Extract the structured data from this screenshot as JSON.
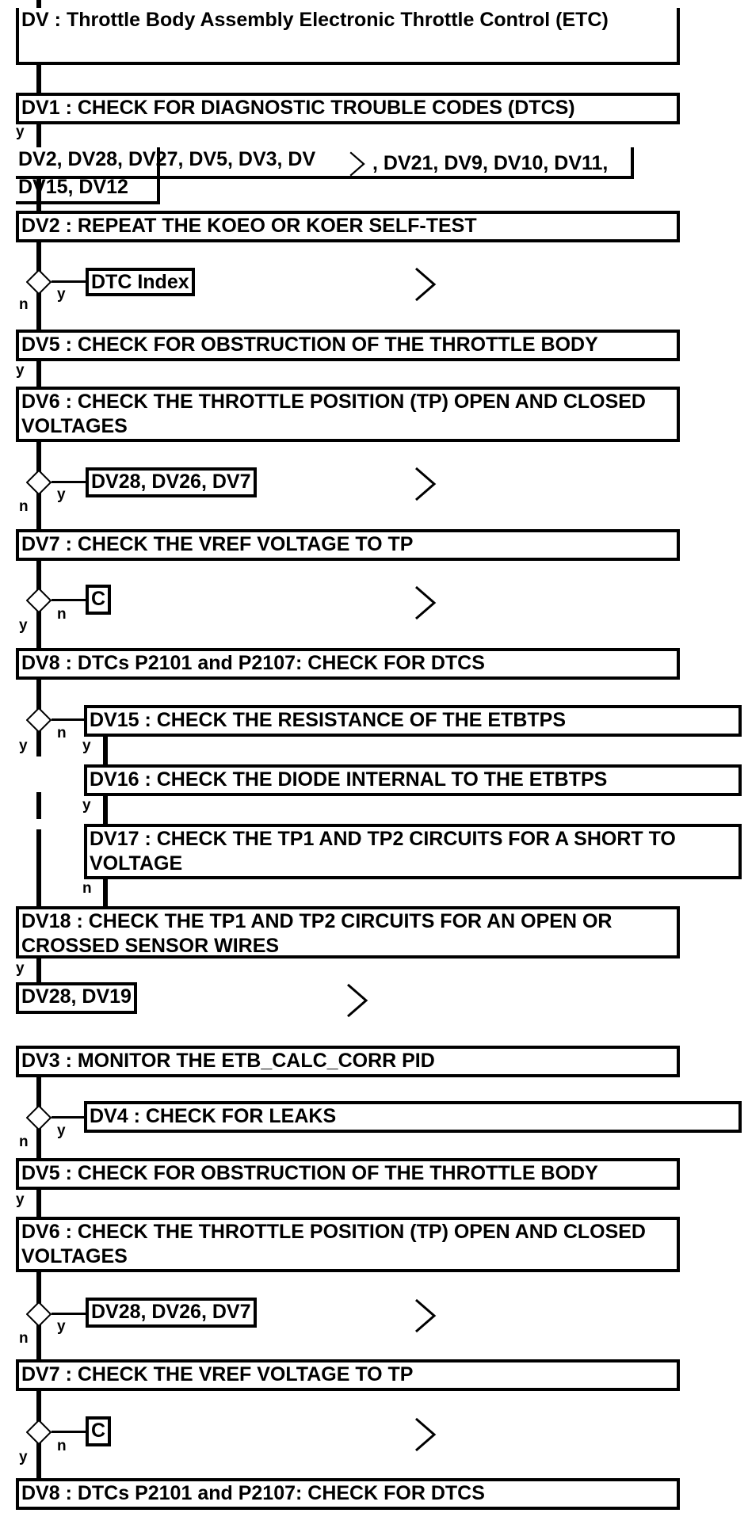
{
  "title": "DV : Throttle Body Assembly Electronic Throttle Control (ETC)",
  "steps": {
    "dv1": "DV1 : CHECK FOR DIAGNOSTIC TROUBLE CODES (DTCS)",
    "dv_list_a": "DV2, DV28, DV27, DV5, DV3, DV",
    "dv_list_b": ", DV21, DV9, DV10, DV11,",
    "dv_list_c": "DV15, DV12",
    "dv2": "DV2 : REPEAT THE KOEO OR KOER SELF-TEST",
    "dtc_index": "DTC Index",
    "dv5_a": "DV5 : CHECK FOR OBSTRUCTION OF THE THROTTLE BODY",
    "dv6_a": "DV6 : CHECK THE THROTTLE POSITION (TP) OPEN AND CLOSED VOLTAGES",
    "ref_dv28_dv26_dv7_a": "DV28, DV26, DV7",
    "dv7_a": "DV7 : CHECK THE VREF VOLTAGE TO TP",
    "ref_c_a": "C",
    "dv8_a": "DV8 : DTCs P2101 and P2107: CHECK FOR DTCS",
    "dv15": "DV15 : CHECK THE RESISTANCE OF THE ETBTPS",
    "dv16": "DV16 : CHECK THE DIODE INTERNAL TO THE ETBTPS",
    "dv17": "DV17 : CHECK THE TP1 AND TP2 CIRCUITS FOR A SHORT TO VOLTAGE",
    "dv18": "DV18 : CHECK THE TP1 AND TP2 CIRCUITS FOR AN OPEN OR CROSSED SENSOR WIRES",
    "ref_dv28_dv19": "DV28, DV19",
    "dv3": "DV3 : MONITOR THE ETB_CALC_CORR PID",
    "dv4": "DV4 : CHECK FOR LEAKS",
    "dv5_b": "DV5 : CHECK FOR OBSTRUCTION OF THE THROTTLE BODY",
    "dv6_b": "DV6 : CHECK THE THROTTLE POSITION (TP) OPEN AND CLOSED VOLTAGES",
    "ref_dv28_dv26_dv7_b": "DV28, DV26, DV7",
    "dv7_b": "DV7 : CHECK THE VREF VOLTAGE TO TP",
    "ref_c_b": "C",
    "dv8_b": "DV8 : DTCs P2101 and P2107: CHECK FOR DTCS"
  },
  "branch_labels": {
    "yes": "y",
    "no": "n"
  }
}
